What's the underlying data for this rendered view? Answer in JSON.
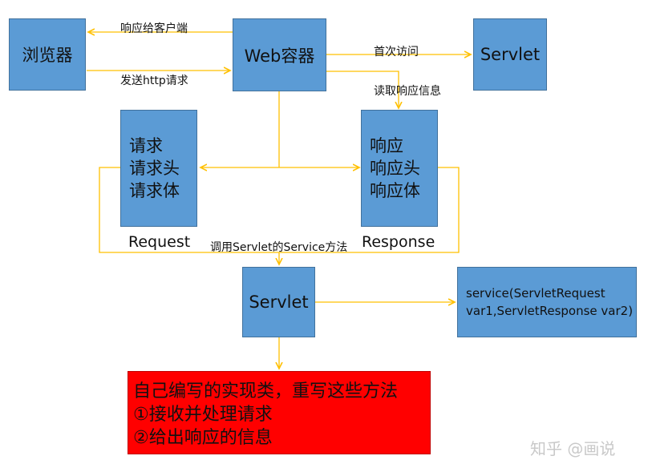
{
  "nodes": {
    "browser": "浏览器",
    "web_container": "Web容器",
    "servlet_top": "Servlet",
    "request_box": [
      "请求",
      "请求头",
      "请求体"
    ],
    "response_box": [
      "响应",
      "响应头",
      "响应体"
    ],
    "servlet_mid": "Servlet",
    "service_method": [
      "service(ServletRequest",
      "var1,ServletResponse var2)"
    ]
  },
  "captions": {
    "request": "Request",
    "response": "Response"
  },
  "edge_labels": {
    "respond_to_client": "响应给客户端",
    "send_http_request": "发送http请求",
    "first_access": "首次访问",
    "read_response_info": "读取响应信息",
    "call_service": "调用Servlet的Service方法"
  },
  "custom_class": {
    "line1": "自己编写的实现类，重写这些方法",
    "line2": "①接收并处理请求",
    "line3": "②给出响应的信息"
  },
  "watermark": "知乎 @画说",
  "colors": {
    "box_fill": "#5b9bd5",
    "connector": "#ffc000",
    "highlight": "#ff0000"
  }
}
